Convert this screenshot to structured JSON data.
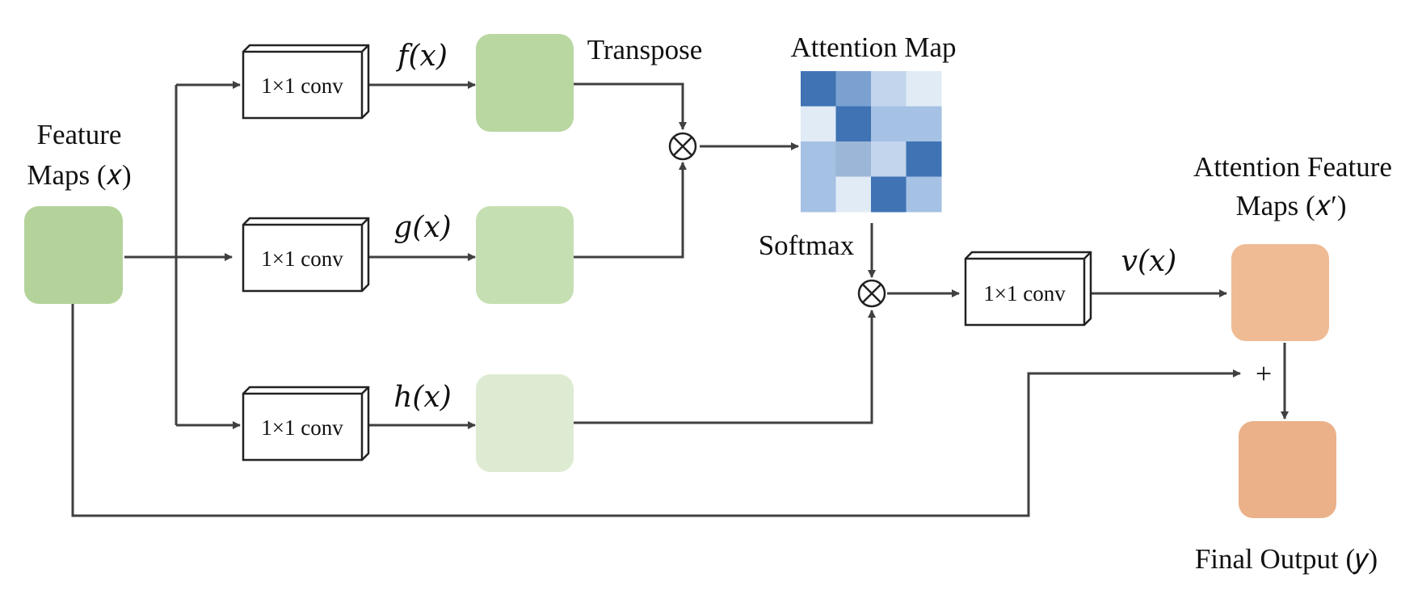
{
  "input": {
    "label_line1": "Feature",
    "label_line2": "Maps (𝑥)",
    "color": "#b4d39a"
  },
  "branches": [
    {
      "conv_label": "1×1 conv",
      "func_label": "𝑓(𝑥)",
      "map_color": "#b9d7a1"
    },
    {
      "conv_label": "1×1 conv",
      "func_label": "𝑔(𝑥)",
      "map_color": "#c6dfb2"
    },
    {
      "conv_label": "1×1 conv",
      "func_label": "ℎ(𝑥)",
      "map_color": "#deebd3"
    }
  ],
  "transpose_label": "Transpose",
  "multiply_symbol": "⊗",
  "attention_map": {
    "title": "Attention Map",
    "softmax_label": "Softmax",
    "cells": [
      [
        "#3f73b3",
        "#7aa1d0",
        "#c2d5ec",
        "#e1ebf6"
      ],
      [
        "#e1ebf6",
        "#3f73b3",
        "#a5c1e4",
        "#a5c1e4"
      ],
      [
        "#a5c1e4",
        "#9bb6d6",
        "#c2d5ec",
        "#3f73b3"
      ],
      [
        "#a5c1e4",
        "#e1ebf6",
        "#3f73b3",
        "#a5c1e4"
      ]
    ]
  },
  "value_conv": {
    "conv_label": "1×1 conv",
    "func_label": "𝑣(𝑥)"
  },
  "attention_features": {
    "label_line1": "Attention Feature",
    "label_line2": "Maps (𝑥′)",
    "color": "#efbb94"
  },
  "plus_symbol": "+",
  "output": {
    "label": "Final Output (𝑦)",
    "color": "#ebb189"
  },
  "line_color": "#404040"
}
